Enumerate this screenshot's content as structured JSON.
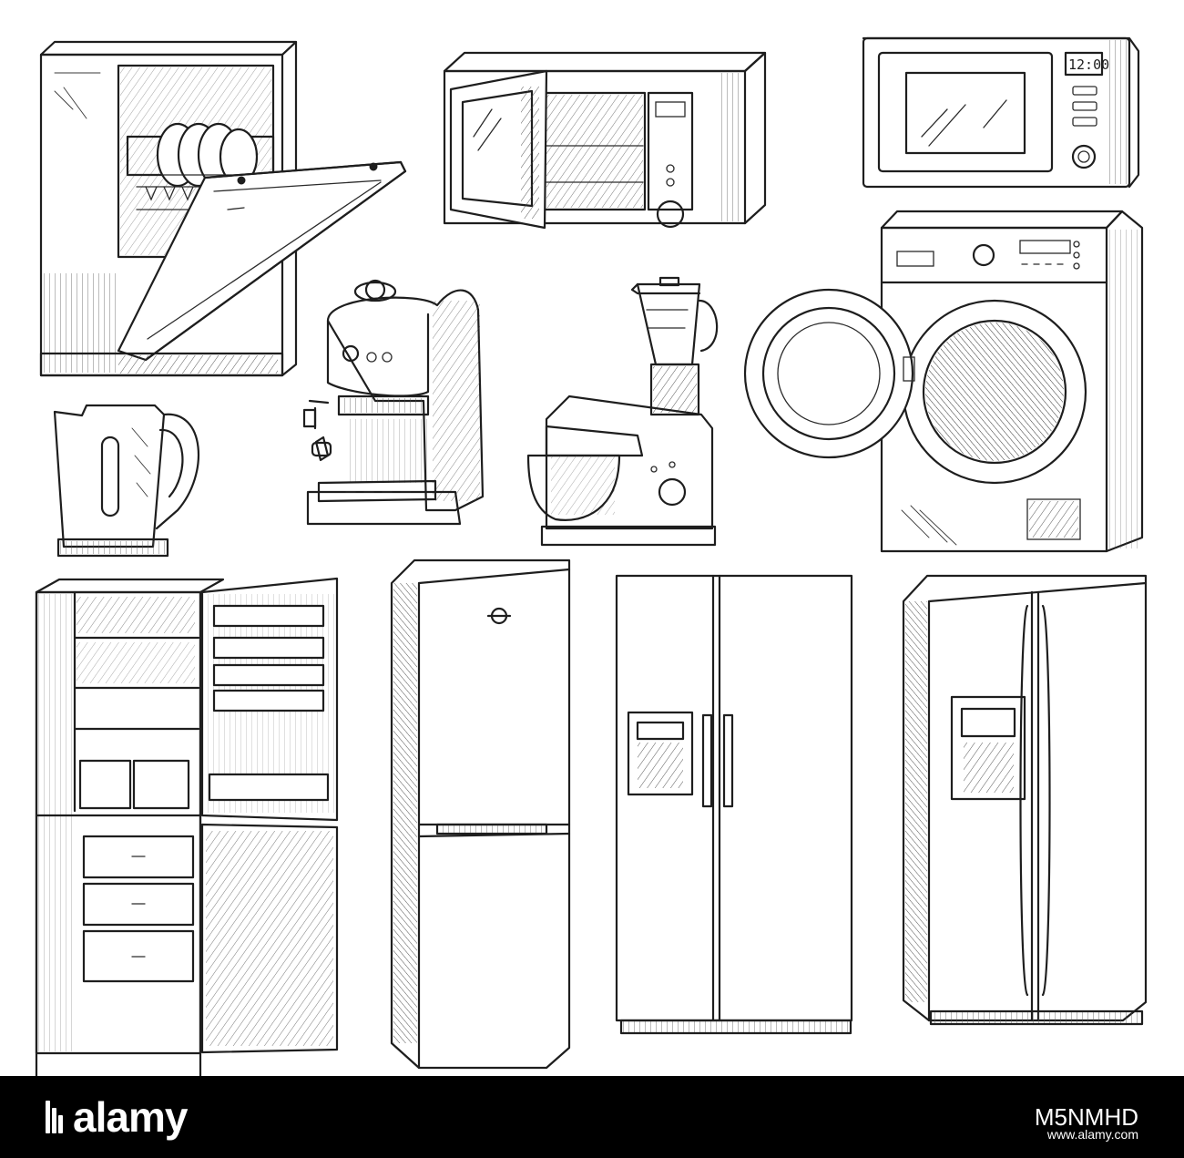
{
  "microwave_display": "12:00",
  "footer": {
    "logo_text": "alamy",
    "image_id": "M5NMHD",
    "url": "www.alamy.com"
  },
  "colors": {
    "ink": "#1e1e1e",
    "paper": "#ffffff",
    "footer_bg": "#000000"
  }
}
